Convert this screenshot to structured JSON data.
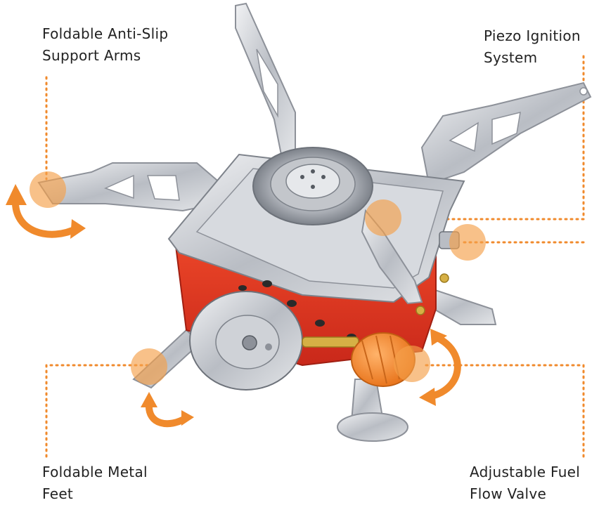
{
  "callouts": {
    "top_left": {
      "line1": "Foldable Anti-Slip",
      "line2": "Support Arms"
    },
    "top_right": {
      "line1": "Piezo Ignition",
      "line2": "System"
    },
    "bottom_left": {
      "line1": "Foldable Metal",
      "line2": "Feet"
    },
    "bottom_right": {
      "line1": "Adjustable Fuel",
      "line2": "Flow Valve"
    }
  },
  "colors": {
    "accent": "#f08a2c",
    "marker": "#f5a04a",
    "stove_body": "#e8381f",
    "steel": "#c9ccd1",
    "text": "#222222"
  },
  "icons": [
    "curved-arrow-icon",
    "callout-dot-icon"
  ]
}
